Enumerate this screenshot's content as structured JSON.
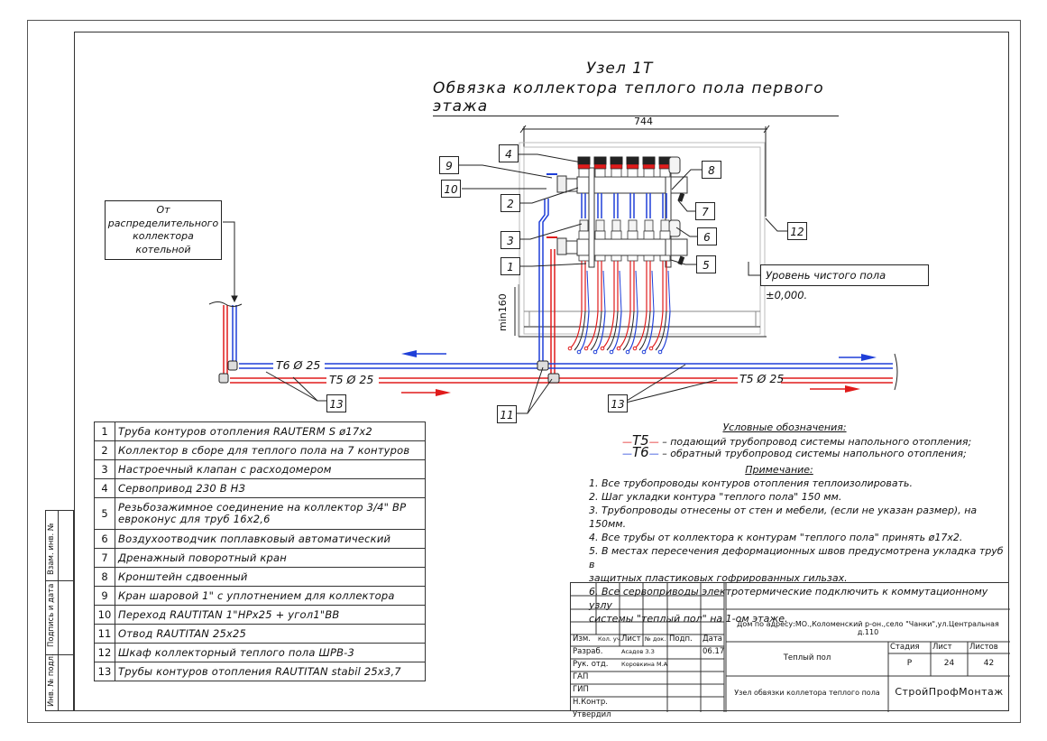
{
  "title": {
    "node": "Узел 1Т",
    "subtitle": "Обвязка коллектора теплого пола первого этажа"
  },
  "dimensions": {
    "width_label": "744",
    "min_height_label": "min160"
  },
  "annotations": {
    "source_note": [
      "От",
      "распределительного",
      "коллектора",
      "котельной"
    ],
    "floor_level": "Уровень чистого пола ±0,000.",
    "pipe_t6": "Т6 Ø 25",
    "pipe_t5_left": "Т5 Ø 25",
    "pipe_t5_right": "Т5 Ø 25"
  },
  "callouts": [
    "1",
    "2",
    "3",
    "4",
    "5",
    "6",
    "7",
    "8",
    "9",
    "10",
    "11",
    "12",
    "13"
  ],
  "colors": {
    "supply": "#e01b1b",
    "return": "#1f3fd8",
    "line": "#222222",
    "frame": "#555555"
  },
  "parts_list": [
    {
      "num": "1",
      "text": "Труба контуров отопления RAUTERM S ø17x2"
    },
    {
      "num": "2",
      "text": "Коллектор в сборе для теплого пола на 7 контуров"
    },
    {
      "num": "3",
      "text": "Настроечный клапан с расходомером"
    },
    {
      "num": "4",
      "text": "Сервопривод 230 В НЗ"
    },
    {
      "num": "5",
      "text": "Резьбозажимное соединение на коллектор 3/4\" ВР евроконус для труб 16x2,6"
    },
    {
      "num": "6",
      "text": "Воздухоотводчик поплавковый автоматический"
    },
    {
      "num": "7",
      "text": "Дренажный поворотный кран"
    },
    {
      "num": "8",
      "text": "Кронштейн сдвоенный"
    },
    {
      "num": "9",
      "text": "Кран шаровой 1\" с уплотнением для коллектора"
    },
    {
      "num": "10",
      "text": "Переход RAUTITAN 1\"НРx25 + угол1\"ВВ"
    },
    {
      "num": "11",
      "text": "Отвод RAUTITAN 25x25"
    },
    {
      "num": "12",
      "text": "Шкаф коллекторный теплого пола ШРВ-3"
    },
    {
      "num": "13",
      "text": "Трубы контуров отопления RAUTITAN stabil 25x3,7"
    }
  ],
  "legend": {
    "heading": "Условные обозначения:",
    "items": [
      {
        "symbol": "Т5",
        "color": "#e01b1b",
        "text": "– подающий трубопровод системы напольного отопления;"
      },
      {
        "symbol": "Т6",
        "color": "#1f3fd8",
        "text": "– обратный трубопровод системы напольного отопления;"
      }
    ]
  },
  "notes": {
    "heading": "Примечание:",
    "items": [
      "1. Все трубопроводы контуров отопления теплоизолировать.",
      "2. Шаг укладки контура \"теплого пола\" 150 мм.",
      "3. Трубопроводы отнесены от стен и мебели, (если не указан размер), на 150мм.",
      "4. Все трубы от коллектора к контурам \"теплого пола\" принять ø17x2.",
      "5. В местах пересечения деформационных швов предусмотрена укладка труб в",
      "защитных пластиковых гофрированных гильзах.",
      "6. Все сервоприводы электротермические подключить к коммутационному узлу",
      "системы \"теплый пол\" на 1-ом этаже."
    ]
  },
  "title_block": {
    "headers": [
      "Изм.",
      "Кол. уч.",
      "Лист",
      "№ док.",
      "Подп.",
      "Дата"
    ],
    "roles": [
      {
        "role": "Разраб.",
        "name": "Асадов З.З",
        "date": "06.17"
      },
      {
        "role": "Рук. отд.",
        "name": "Коровкина М.А",
        "date": ""
      },
      {
        "role": "ГАП",
        "name": "",
        "date": ""
      },
      {
        "role": "ГИП",
        "name": "",
        "date": ""
      },
      {
        "role": "Н.Контр.",
        "name": "",
        "date": ""
      },
      {
        "role": "Утвердил",
        "name": "",
        "date": ""
      }
    ],
    "address": "Дом по адресу:МО.,Коломенский р-он.,село \"Чанки\",ул.Центральная д.110",
    "section": "Теплый пол",
    "sheet_title": "Узел обвязки коллетора теплого пола",
    "stage_label": "Стадия",
    "sheet_label": "Лист",
    "sheets_label": "Листов",
    "stage": "Р",
    "sheet": "24",
    "sheets": "42",
    "company": "СтройПрофМонтаж"
  },
  "side_stamp": {
    "fields": [
      "Взам. инв. №",
      "Подпись и дата",
      "Инв. № подл."
    ]
  }
}
